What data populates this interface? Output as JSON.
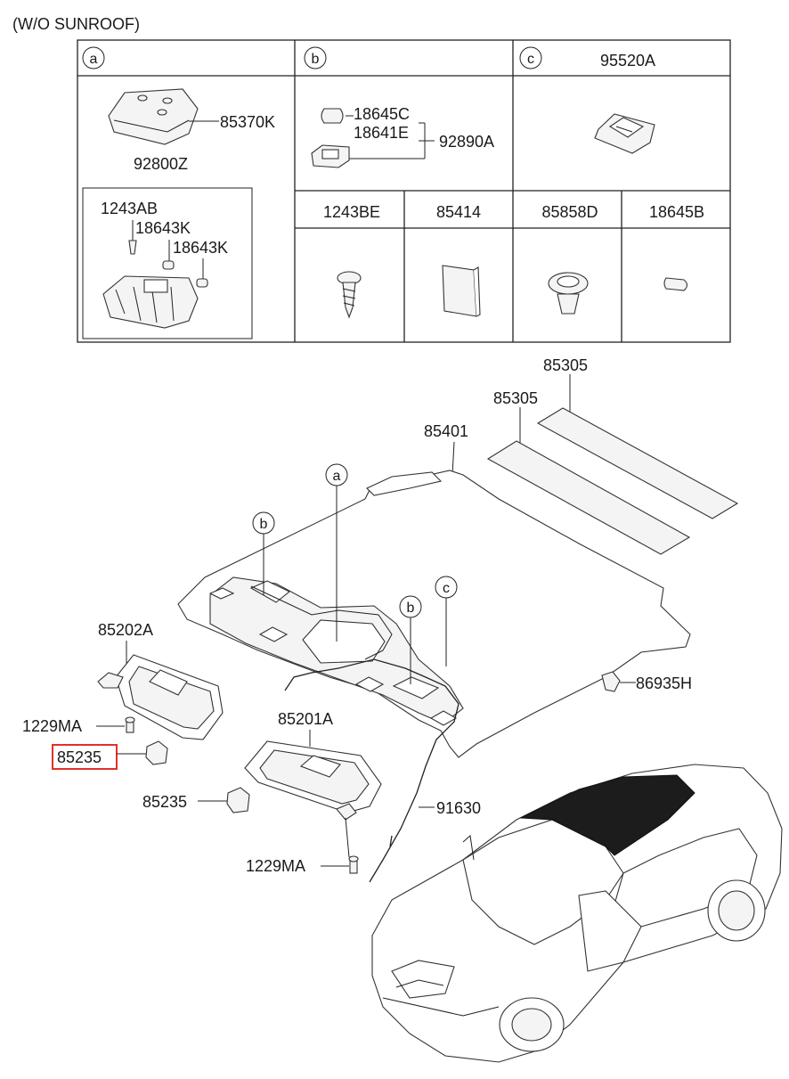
{
  "title": "(W/O SUNROOF)",
  "table": {
    "col_a": {
      "circle": "a",
      "parts": [
        "85370K",
        "92800Z"
      ],
      "inset": [
        "1243AB",
        "18643K",
        "18643K"
      ]
    },
    "col_b": {
      "circle": "b",
      "parts": [
        "18645C",
        "18641E",
        "92890A"
      ]
    },
    "col_c": {
      "circle": "c",
      "header": "95520A"
    },
    "small_cells": [
      "1243BE",
      "85414",
      "85858D",
      "18645B"
    ]
  },
  "callouts": {
    "a": "a",
    "b1": "b",
    "b2": "b",
    "c": "c"
  },
  "labels": {
    "p85305_top": "85305",
    "p85305_mid": "85305",
    "p85401": "85401",
    "p85202A": "85202A",
    "p1229MA_left": "1229MA",
    "p85235_highlight": "85235",
    "p85201A": "85201A",
    "p85235_lower": "85235",
    "p91630": "91630",
    "p1229MA_lower": "1229MA",
    "p86935H": "86935H"
  },
  "highlight_color": "#e0302a"
}
